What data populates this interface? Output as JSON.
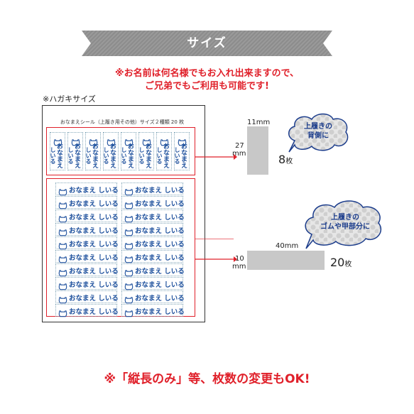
{
  "header": {
    "title": "サイズ"
  },
  "notes": {
    "line1": "※お名前は何名様でもお入れ出来ますので、",
    "line2": "ご兄弟でもご利用も可能です!"
  },
  "sheet": {
    "caption": "※ハガキサイズ",
    "title": "おなまえシール（上履き用その他）サイズ２種類 20 枚",
    "sticker_name_line1": "おなまえ",
    "sticker_name_line2": "しいる",
    "sticker_name_full": "おなまえ しいる"
  },
  "small_sticker": {
    "width": "11mm",
    "height_value": "27",
    "height_unit": "mm",
    "count_num": "8",
    "count_unit": "枚",
    "bubble_line1": "上履きの",
    "bubble_line2": "背側に"
  },
  "large_sticker": {
    "width": "40mm",
    "height_value": "10",
    "height_unit": "mm",
    "count_num": "20",
    "count_unit": "枚",
    "bubble_line1": "上履きの",
    "bubble_line2": "ゴムや甲部分に"
  },
  "footer": {
    "note": "※「縦長のみ」等、枚数の変更もOK!"
  },
  "colors": {
    "accent_red": "#e0202a",
    "navy": "#1c3d8c",
    "ribbon_gray": "#8a8a8a",
    "label_gray": "#c8c8c8"
  }
}
